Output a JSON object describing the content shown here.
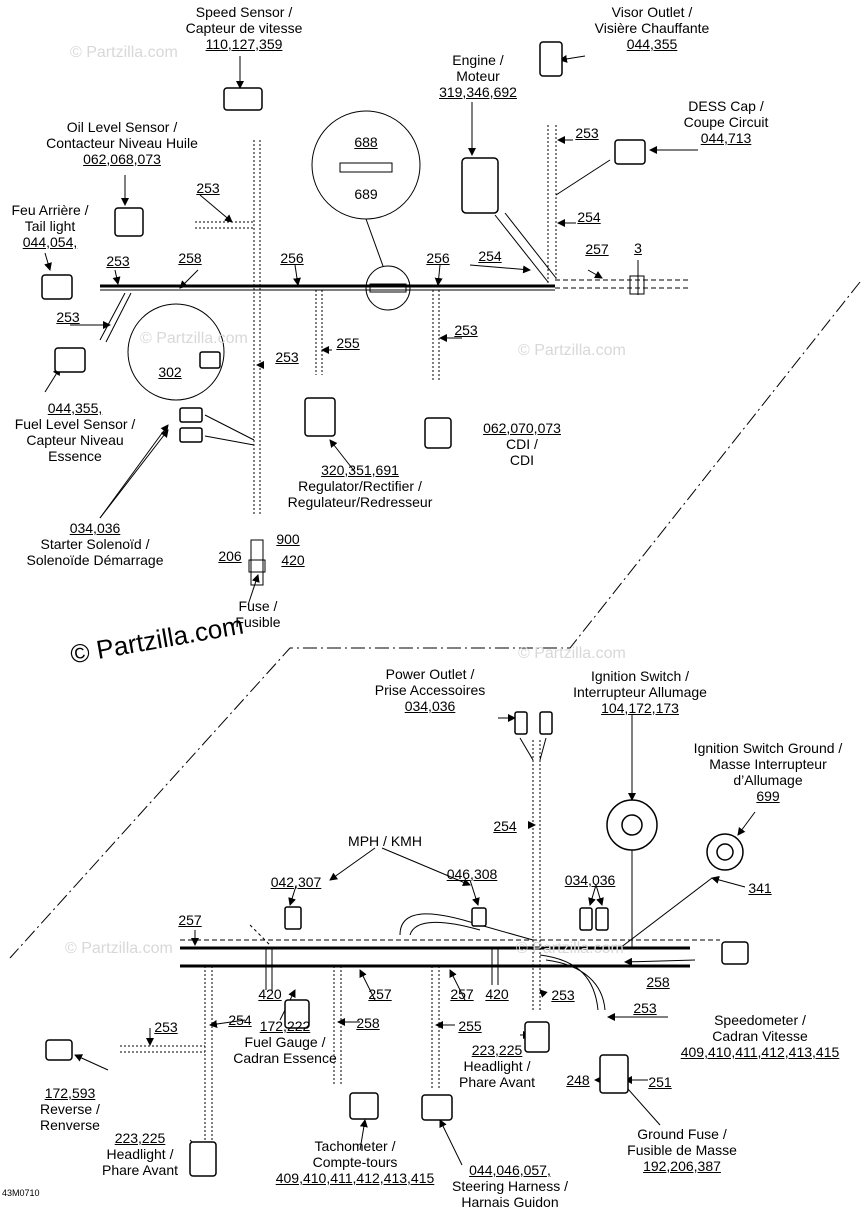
{
  "watermark": "© Partzilla.com",
  "figure_code": "43M0710",
  "top": {
    "speed_sensor": {
      "name": "Speed Sensor /",
      "name_fr": "Capteur de vitesse",
      "parts": "110,127,359"
    },
    "visor_outlet": {
      "name": "Visor Outlet /",
      "name_fr": "Visière Chauffante",
      "parts": "044,355"
    },
    "engine": {
      "name": "Engine /",
      "name_fr": "Moteur",
      "parts": "319,346,692"
    },
    "dess_cap": {
      "name": "DESS Cap /",
      "name_fr": "Coupe Circuit",
      "parts": "044,713"
    },
    "oil_level": {
      "name": "Oil Level Sensor /",
      "name_fr": "Contacteur Niveau Huile",
      "parts": "062,068,073"
    },
    "tail_light": {
      "name": "Feu Arrière /",
      "name_fr": "Tail light",
      "parts": "044,054,"
    },
    "fuel_level": {
      "parts": "044,355,",
      "name": "Fuel Level Sensor /",
      "name_fr": "Capteur Niveau",
      "name_fr2": "Essence"
    },
    "regulator": {
      "parts": "320,351,691",
      "name": "Regulator/Rectifier /",
      "name_fr": "Regulateur/Redresseur"
    },
    "cdi": {
      "parts": "062,070,073",
      "name": "CDI /",
      "name_fr": "CDI"
    },
    "starter": {
      "parts": "034,036",
      "name": "Starter Solenoïd /",
      "name_fr": "Solenoïde Démarrage"
    },
    "fuse": {
      "name": "Fuse /",
      "name_fr": "Fusible"
    },
    "callouts": {
      "c688": "688",
      "c689": "689",
      "c302": "302",
      "c3": "3",
      "c253a": "253",
      "c253b": "253",
      "c253c": "253",
      "c253d": "253",
      "c253e": "253",
      "c253f": "253",
      "c254a": "254",
      "c254b": "254",
      "c255": "255",
      "c256a": "256",
      "c256b": "256",
      "c257": "257",
      "c258": "258",
      "c900": "900",
      "c420": "420",
      "c206": "206"
    }
  },
  "bottom": {
    "power_outlet": {
      "name": "Power Outlet /",
      "name_fr": "Prise Accessoires",
      "parts": "034,036"
    },
    "ignition_switch": {
      "name": "Ignition Switch /",
      "name_fr": "Interrupteur Allumage",
      "parts": "104,172,173"
    },
    "ignition_ground": {
      "name": "Ignition Switch Ground /",
      "name_fr": "Masse Interrupteur",
      "name_fr2": "d’Allumage",
      "parts": "699"
    },
    "mph_kmh": "MPH / KMH",
    "mph_parts_a": "042,307",
    "mph_parts_b": "046,308",
    "parts_034": "034,036",
    "speedometer": {
      "name": "Speedometer /",
      "name_fr": "Cadran Vitesse",
      "parts": "409,410,411,412,413,415"
    },
    "fuel_gauge": {
      "parts": "172,222",
      "name": "Fuel Gauge /",
      "name_fr": "Cadran Essence"
    },
    "reverse": {
      "parts": "172,593",
      "name": "Reverse /",
      "name_fr": "Renverse"
    },
    "headlight_a": {
      "parts": "223,225",
      "name": "Headlight /",
      "name_fr": "Phare Avant"
    },
    "headlight_b": {
      "parts": "223,225",
      "name": "Headlight /",
      "name_fr": "Phare Avant"
    },
    "tachometer": {
      "name": "Tachometer /",
      "name_fr": "Compte-tours",
      "parts": "409,410,411,412,413,415"
    },
    "steering": {
      "parts": "044,046,057,",
      "name": "Steering Harness /",
      "name_fr": "Harnais Guidon"
    },
    "ground_fuse": {
      "name": "Ground Fuse /",
      "name_fr": "Fusible de Masse",
      "parts": "192,206,387"
    },
    "callouts": {
      "c254a": "254",
      "c254b": "254",
      "c257a": "257",
      "c257b": "257",
      "c257c": "257",
      "c258a": "258",
      "c258b": "258",
      "c255": "255",
      "c253a": "253",
      "c253b": "253",
      "c253c": "253",
      "c420a": "420",
      "c420b": "420",
      "c341": "341",
      "c248": "248",
      "c251": "251"
    }
  }
}
